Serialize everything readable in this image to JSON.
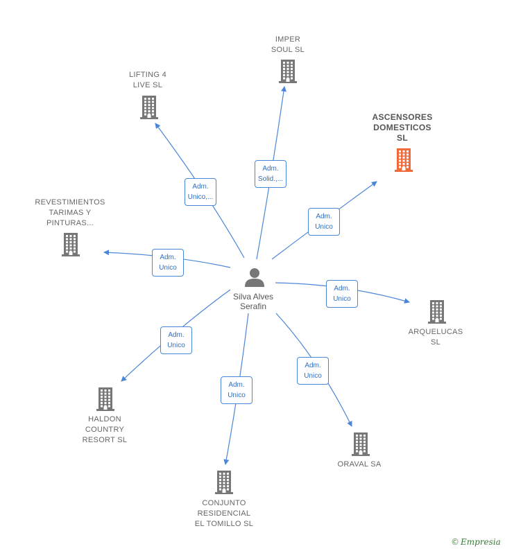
{
  "center": {
    "name_line1": "Silva Alves",
    "name_line2": "Serafin",
    "icon": "person-icon"
  },
  "colors": {
    "edge": "#4a86d8",
    "node": "#777777",
    "highlight": "#f06a3a"
  },
  "companies": [
    {
      "id": "imper",
      "lines": [
        "IMPER",
        "SOUL  SL"
      ],
      "role": [
        "Adm.",
        "Solid.,..."
      ],
      "highlight": false
    },
    {
      "id": "lifting",
      "lines": [
        "LIFTING 4",
        "LIVE SL"
      ],
      "role": [
        "Adm.",
        "Unico,..."
      ],
      "highlight": false
    },
    {
      "id": "ascensores",
      "lines": [
        "ASCENSORES",
        "DOMESTICOS",
        "SL"
      ],
      "role": [
        "Adm.",
        "Unico"
      ],
      "highlight": true
    },
    {
      "id": "revestimientos",
      "lines": [
        "REVESTIMIENTOS",
        "TARIMAS Y",
        "PINTURAS..."
      ],
      "role": [
        "Adm.",
        "Unico"
      ],
      "highlight": false
    },
    {
      "id": "arquelucas",
      "lines": [
        "ARQUELUCAS",
        "SL"
      ],
      "role": [
        "Adm.",
        "Unico"
      ],
      "highlight": false
    },
    {
      "id": "haldon",
      "lines": [
        "HALDON",
        "COUNTRY",
        "RESORT  SL"
      ],
      "role": [
        "Adm.",
        "Unico"
      ],
      "highlight": false
    },
    {
      "id": "conjunto",
      "lines": [
        "CONJUNTO",
        "RESIDENCIAL",
        "EL TOMILLO SL"
      ],
      "role": [
        "Adm.",
        "Unico"
      ],
      "highlight": false
    },
    {
      "id": "oraval",
      "lines": [
        "ORAVAL SA"
      ],
      "role": [
        "Adm.",
        "Unico"
      ],
      "highlight": false
    }
  ],
  "footer": {
    "copyright_symbol": "©",
    "brand": "Empresia"
  }
}
